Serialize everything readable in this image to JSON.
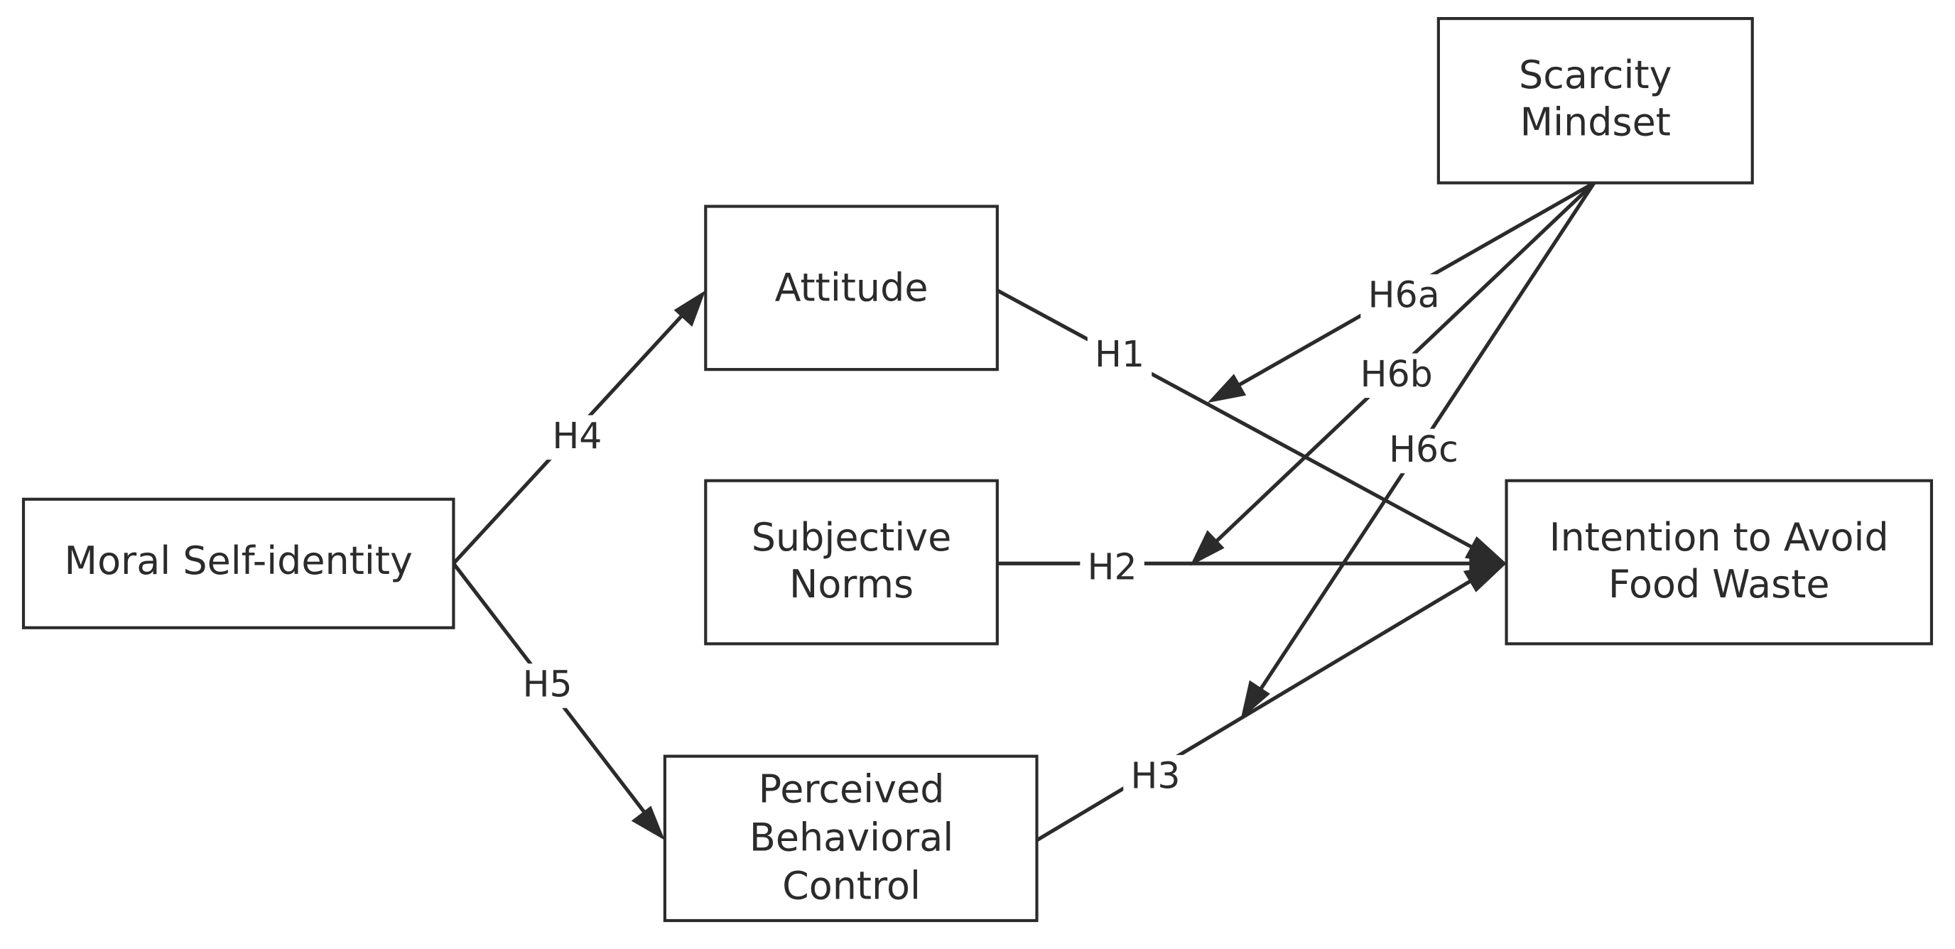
{
  "nodes": {
    "moral_self_identity": [
      "Moral Self-identity"
    ],
    "attitude": [
      "Attitude"
    ],
    "subjective_norms": [
      "Subjective",
      "Norms"
    ],
    "perceived_behavioral_control": [
      "Perceived",
      "Behavioral",
      "Control"
    ],
    "intention": [
      "Intention to Avoid",
      "Food Waste"
    ],
    "scarcity_mindset": [
      "Scarcity",
      "Mindset"
    ]
  },
  "edges": {
    "h1": "H1",
    "h2": "H2",
    "h3": "H3",
    "h4": "H4",
    "h5": "H5",
    "h6a": "H6a",
    "h6b": "H6b",
    "h6c": "H6c"
  }
}
